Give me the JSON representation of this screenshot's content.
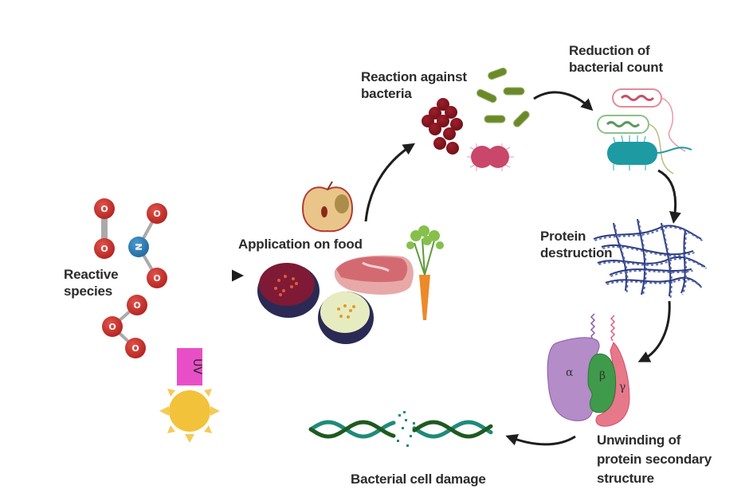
{
  "labels": {
    "reactive_species": [
      "Reactive",
      "species"
    ],
    "uv": "UV",
    "application_on_food": "Application on food",
    "reaction_against_bacteria": [
      "Reaction against",
      "bacteria"
    ],
    "reduction_of_bacterial_count": [
      "Reduction of",
      "bacterial count"
    ],
    "protein_destruction": [
      "Protein",
      "destruction"
    ],
    "unwinding": [
      "Unwinding of",
      "protein secondary",
      "structure"
    ],
    "bacterial_cell_damage": "Bacterial cell damage"
  },
  "atoms": {
    "oxygen": "O",
    "nitrogen": "N"
  },
  "protein_subunits": [
    "α",
    "β",
    "γ"
  ],
  "colors": {
    "oxygen": "#c9302c",
    "nitrogen": "#2e7fb8",
    "uv_box": "#e84fc6",
    "sun": "#f2c23a",
    "arrow": "#1e1e1e",
    "text": "#2b2b2b",
    "protein_alpha": "#b48cc8",
    "protein_beta": "#3f9a4b",
    "protein_gamma": "#e7788a",
    "protein_mesh": "#2a3a7e",
    "dna_dark": "#1f5a1f",
    "dna_teal": "#1f8a7a"
  },
  "flow": [
    "Reactive species",
    "Application on food",
    "Reaction against bacteria",
    "Reduction of bacterial count",
    "Protein destruction",
    "Unwinding of protein secondary structure",
    "Bacterial cell damage"
  ]
}
